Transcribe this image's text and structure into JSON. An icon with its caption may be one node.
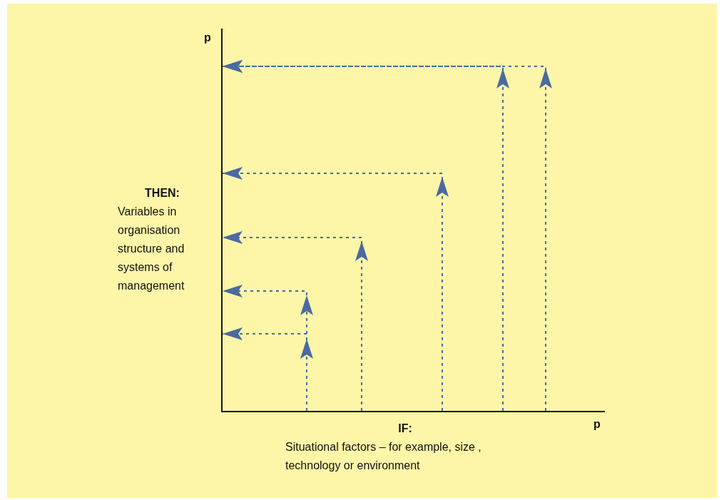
{
  "diagram": {
    "nodes": [
      {
        "text": [],
        "shape": "bar"
      },
      {
        "text": [],
        "shape": "bar"
      }
    ],
    "edges": [
      {
        "from": 1,
        "to": 0,
        "arrow": "to",
        "style": "dashed"
      },
      {
        "from": 1,
        "to": 0,
        "arrow": "to",
        "style": "dashed"
      },
      {
        "from": 1,
        "to": 0,
        "arrow": "to",
        "style": "dashed"
      },
      {
        "from": 1,
        "to": 0,
        "arrow": "to",
        "style": "dashed"
      },
      {
        "from": 1,
        "to": 0,
        "arrow": "to",
        "style": "dashed"
      },
      {
        "from": 1,
        "to": 0,
        "arrow": "to",
        "style": "dashed"
      }
    ],
    "labels": [
      "p",
      "THEN:",
      "Variables in organisation structure and systems of management",
      "IF:",
      "p",
      "Situational factors – for example, size , technology or environment"
    ]
  }
}
